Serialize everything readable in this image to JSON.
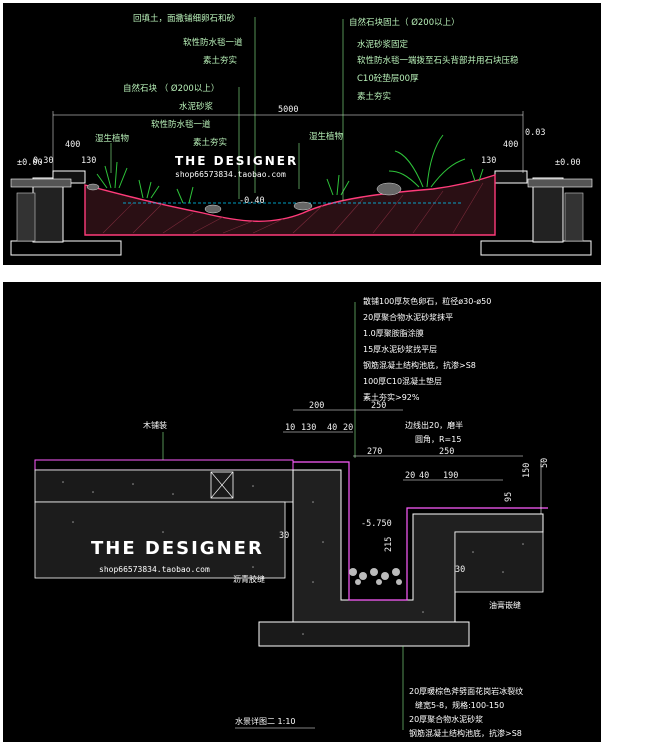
{
  "top_section": {
    "callouts_left": [
      "回填土，面撒铺细卵石和砂",
      "软性防水毯一道",
      "素土夯实"
    ],
    "callouts_right": [
      "自然石块固土（ Ø200以上）",
      "水泥砂浆固定",
      "软性防水毯一端拨至石头背部并用石块压稳",
      "C10砼垫层00厚",
      "素土夯实"
    ],
    "callouts_mid": [
      "自然石块 （ Ø200以上）",
      "水泥砂浆",
      "软性防水毯一道",
      "素土夯实"
    ],
    "plant_label_left": "湿生植物",
    "plant_label_right": "湿生植物",
    "dims": {
      "overall": "5000",
      "left_400": "400",
      "right_400": "400",
      "left_030": "0.30",
      "right_003": "0.03",
      "left_130": "130",
      "right_130": "130",
      "level_left": "±0.00",
      "level_right": "±0.00",
      "depth": "-0.40"
    },
    "watermark": {
      "title": "THE DESIGNER",
      "shop": "shop66573834.taobao.com"
    }
  },
  "bottom_section": {
    "callouts_top": [
      "散铺100厚灰色卵石，粒径ø30-ø50",
      "20厚聚合物水泥砂浆抹平",
      "1.0厚聚胺脂涂膜",
      "15厚水泥砂浆找平层",
      "钢筋混凝土结构池底，抗渗>S8",
      "100厚C10混凝土垫层",
      "素土夯实>92%"
    ],
    "label_wood": "木铺装",
    "edge_note": [
      "边线出20，磨半",
      "圆角，R=15"
    ],
    "dims_top": [
      "200",
      "250",
      "10",
      "130",
      "40",
      "20",
      "270",
      "250",
      "20",
      "40",
      "190"
    ],
    "dims_side": [
      "150",
      "50",
      "95"
    ],
    "dims_mid": [
      "30",
      "30",
      "215"
    ],
    "level": "-5.750",
    "label_joint_left": "沥青胶缝",
    "label_joint_right": "油膏嵌缝",
    "callouts_bottom": [
      "20厚暖棕色斧劈面花岗岩冰裂纹",
      "缝宽5-8，规格:100-150",
      "20厚聚合物水泥砂浆",
      "钢筋混凝土结构池底，抗渗>S8"
    ],
    "drawing_title": "水景详图二 1:10",
    "watermark": {
      "title": "THE DESIGNER",
      "shop": "shop66573834.taobao.com"
    }
  }
}
